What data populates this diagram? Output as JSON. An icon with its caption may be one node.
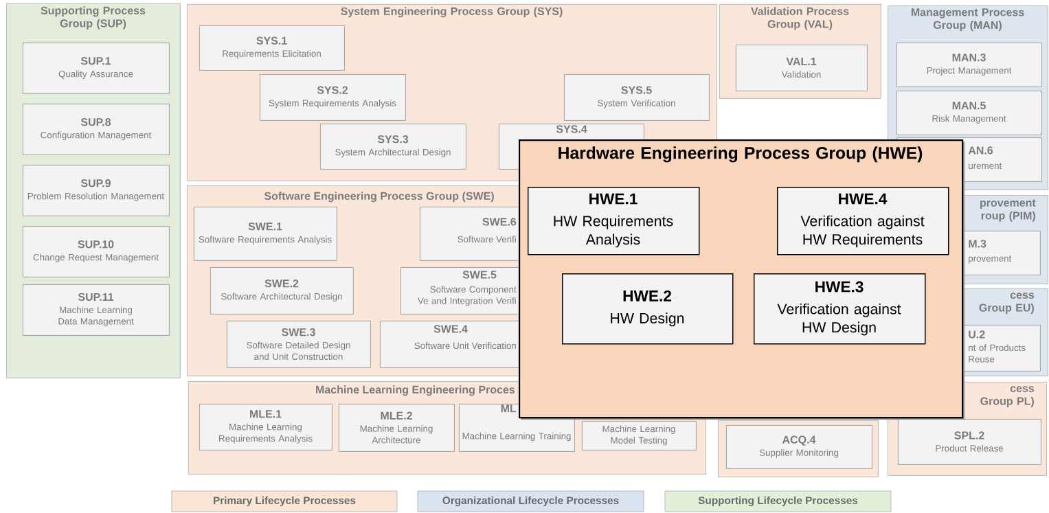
{
  "diagram": {
    "nodes": [
      {
        "text": [
          "Supporting Process Group (SUP)"
        ]
      },
      {
        "text": [
          "SUP.1",
          "Quality Assurance"
        ],
        "in": 0
      },
      {
        "text": [
          "SUP.8",
          "Configuration Management"
        ],
        "in": 0
      },
      {
        "text": [
          "SUP.9",
          "Problem Resolution Management"
        ],
        "in": 0
      },
      {
        "text": [
          "SUP.10",
          "Change Request Management"
        ],
        "in": 0
      },
      {
        "text": [
          "SUP.11",
          "Machine Learning Data Management"
        ],
        "in": 0
      },
      {
        "text": [
          "System Engineering Process Group (SYS)"
        ]
      },
      {
        "text": [
          "SYS.1",
          "Requirements Elicitation"
        ],
        "in": 6
      },
      {
        "text": [
          "SYS.2",
          "System Requirements Analysis"
        ],
        "in": 6
      },
      {
        "text": [
          "SYS.5",
          "System Verification"
        ],
        "in": 6
      },
      {
        "text": [
          "SYS.3",
          "System Architectural Design"
        ],
        "in": 6
      },
      {
        "text": [
          "SYS.4"
        ],
        "in": 6
      },
      {
        "text": [
          "Software Engineering Process Group (SWE)"
        ]
      },
      {
        "text": [
          "SWE.1",
          "Software Requirements Analysis"
        ],
        "in": 12
      },
      {
        "text": [
          "SWE.6",
          "Software Verifi"
        ],
        "in": 12
      },
      {
        "text": [
          "SWE.2",
          "Software Architectural Design"
        ],
        "in": 12
      },
      {
        "text": [
          "SWE.5",
          "Software Component Ve and Integration Verifi"
        ],
        "in": 12
      },
      {
        "text": [
          "SWE.3",
          "Software Detailed Design and Unit Construction"
        ],
        "in": 12
      },
      {
        "text": [
          "SWE.4",
          "Software Unit Verification"
        ],
        "in": 12
      },
      {
        "text": [
          "Machine Learning Engineering Proces"
        ]
      },
      {
        "text": [
          "MLE.1",
          "Machine Learning Requirements Analysis"
        ],
        "in": 19
      },
      {
        "text": [
          "MLE.2",
          "Machine Learning Architecture"
        ],
        "in": 19
      },
      {
        "text": [
          "ML",
          "Machine Learning Training"
        ],
        "in": 19
      },
      {
        "text": [
          "Machine Learning Model Testing"
        ],
        "in": 19
      },
      {
        "text": [
          "Validation Process Group (VAL)"
        ]
      },
      {
        "text": [
          "VAL.1",
          "Validation"
        ],
        "in": 24
      },
      {
        "text": [
          "Management Process Group (MAN)"
        ]
      },
      {
        "text": [
          "MAN.3",
          "Project Management"
        ],
        "in": 26
      },
      {
        "text": [
          "MAN.5",
          "Risk Management"
        ],
        "in": 26
      },
      {
        "text": [
          "AN.6",
          "urement"
        ],
        "in": 26
      },
      {
        "text": [
          "provement roup (PIM)"
        ]
      },
      {
        "text": [
          "M.3",
          "provement"
        ],
        "in": 30
      },
      {
        "text": [
          "cess Group EU)"
        ]
      },
      {
        "text": [
          "U.2",
          "nt of Products Reuse"
        ],
        "in": 32
      },
      {
        "text": [],
        "shape": "box"
      },
      {
        "text": [
          "ACQ.4",
          "Supplier Monitoring"
        ],
        "in": 34
      },
      {
        "text": [
          "cess Group PL)"
        ]
      },
      {
        "text": [
          "SPL.2",
          "Product Release"
        ],
        "in": 36
      },
      {
        "text": [
          "Hardware Engineering Process Group (HWE)"
        ]
      },
      {
        "text": [
          "HWE.1",
          "HW Requirements Analysis"
        ],
        "in": 38
      },
      {
        "text": [
          "HWE.4",
          "Verification against HW Requirements"
        ],
        "in": 38
      },
      {
        "text": [
          "HWE.2",
          "HW Design"
        ],
        "in": 38
      },
      {
        "text": [
          "HWE.3",
          "Verification against HW Design"
        ],
        "in": 38
      }
    ],
    "legend": [
      {
        "text": "Primary Lifecycle Processes",
        "color": "#fbe5d6"
      },
      {
        "text": "Organizational Lifecycle Processes",
        "color": "#dae3f0"
      },
      {
        "text": "Supporting Lifecycle Processes",
        "color": "#e2efd9"
      }
    ]
  }
}
